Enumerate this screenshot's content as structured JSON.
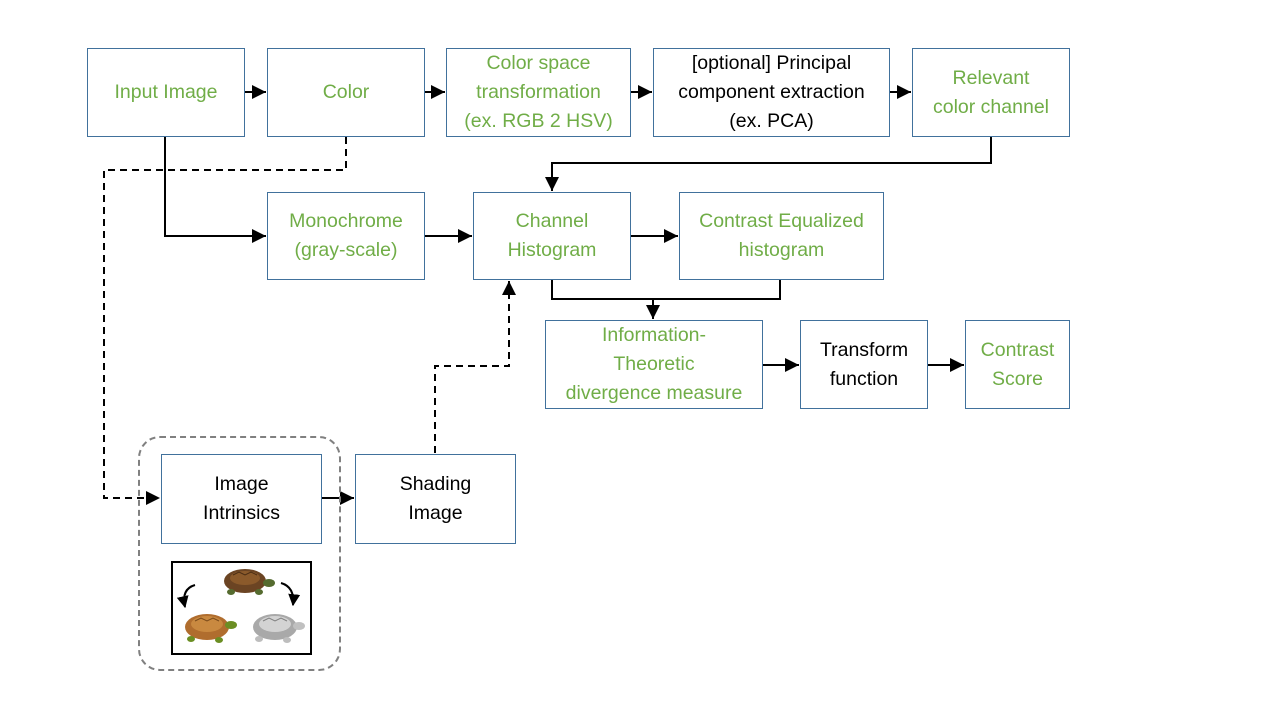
{
  "nodes": {
    "input_image": "Input Image",
    "color": "Color",
    "color_space": "Color space\ntransformation\n(ex. RGB 2 HSV)",
    "pca": "[optional] Principal\ncomponent extraction\n(ex. PCA)",
    "relevant_channel": "Relevant\ncolor channel",
    "monochrome": "Monochrome\n(gray-scale)",
    "channel_histogram": "Channel\nHistogram",
    "contrast_equalized": "Contrast Equalized\nhistogram",
    "info_theoretic": "Information-\nTheoretic\ndivergence measure",
    "transform_function": "Transform\nfunction",
    "contrast_score": "Contrast\nScore",
    "image_intrinsics": "Image\nIntrinsics",
    "shading_image": "Shading\nImage"
  },
  "colors": {
    "accent_text": "#70ad47",
    "box_border": "#41719c",
    "arrow": "#000000",
    "dashed_group": "#808080"
  }
}
